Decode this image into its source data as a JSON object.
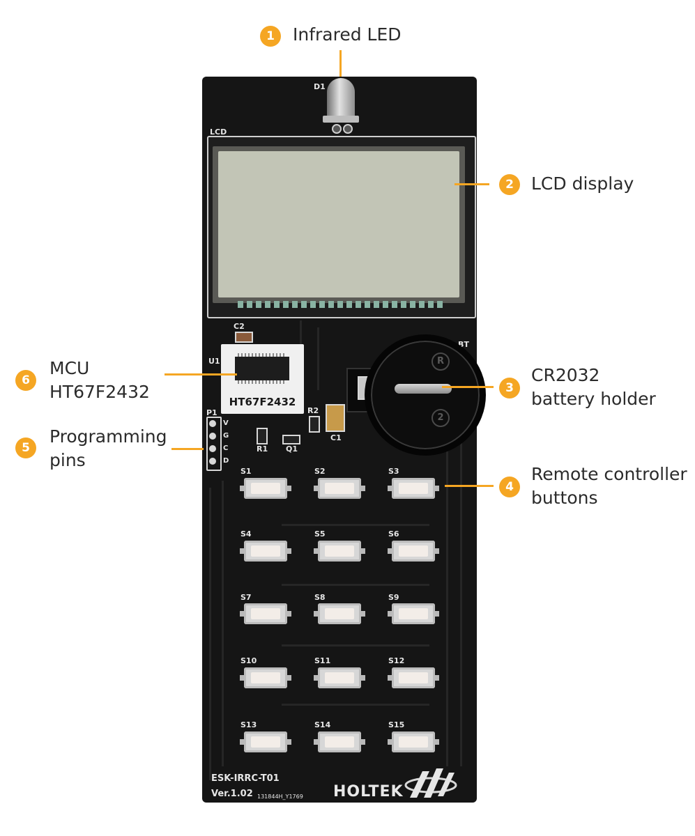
{
  "callouts": [
    {
      "number": "1",
      "lines": [
        "Infrared LED"
      ]
    },
    {
      "number": "2",
      "lines": [
        "LCD display"
      ]
    },
    {
      "number": "3",
      "lines": [
        "CR2032",
        "battery holder"
      ]
    },
    {
      "number": "4",
      "lines": [
        "Remote controller",
        "buttons"
      ]
    },
    {
      "number": "5",
      "lines": [
        "Programming",
        "pins"
      ]
    },
    {
      "number": "6",
      "lines": [
        "MCU",
        "HT67F2432"
      ]
    }
  ],
  "silkscreen": {
    "led": "D1",
    "lcd": "LCD",
    "c2": "C2",
    "u1": "U1",
    "bt": "BT",
    "r2": "R2",
    "r1": "R1",
    "q1": "Q1",
    "c1": "C1",
    "p1": "P1",
    "p1_pins": [
      "V",
      "G",
      "C",
      "D"
    ],
    "mcu_label": "HT67F2432",
    "buttons": [
      "S1",
      "S2",
      "S3",
      "S4",
      "S5",
      "S6",
      "S7",
      "S8",
      "S9",
      "S10",
      "S11",
      "S12",
      "S13",
      "S14",
      "S15"
    ],
    "board_name": "ESK-IRRC-T01",
    "version": "Ver.1.02",
    "serial": "131844H_Y1769",
    "logo": "HOLTEK",
    "battery_marks": [
      "R",
      "2"
    ]
  },
  "colors": {
    "accent": "#f5a623",
    "board": "#151515",
    "lcd_view": "#c2c5b6"
  }
}
